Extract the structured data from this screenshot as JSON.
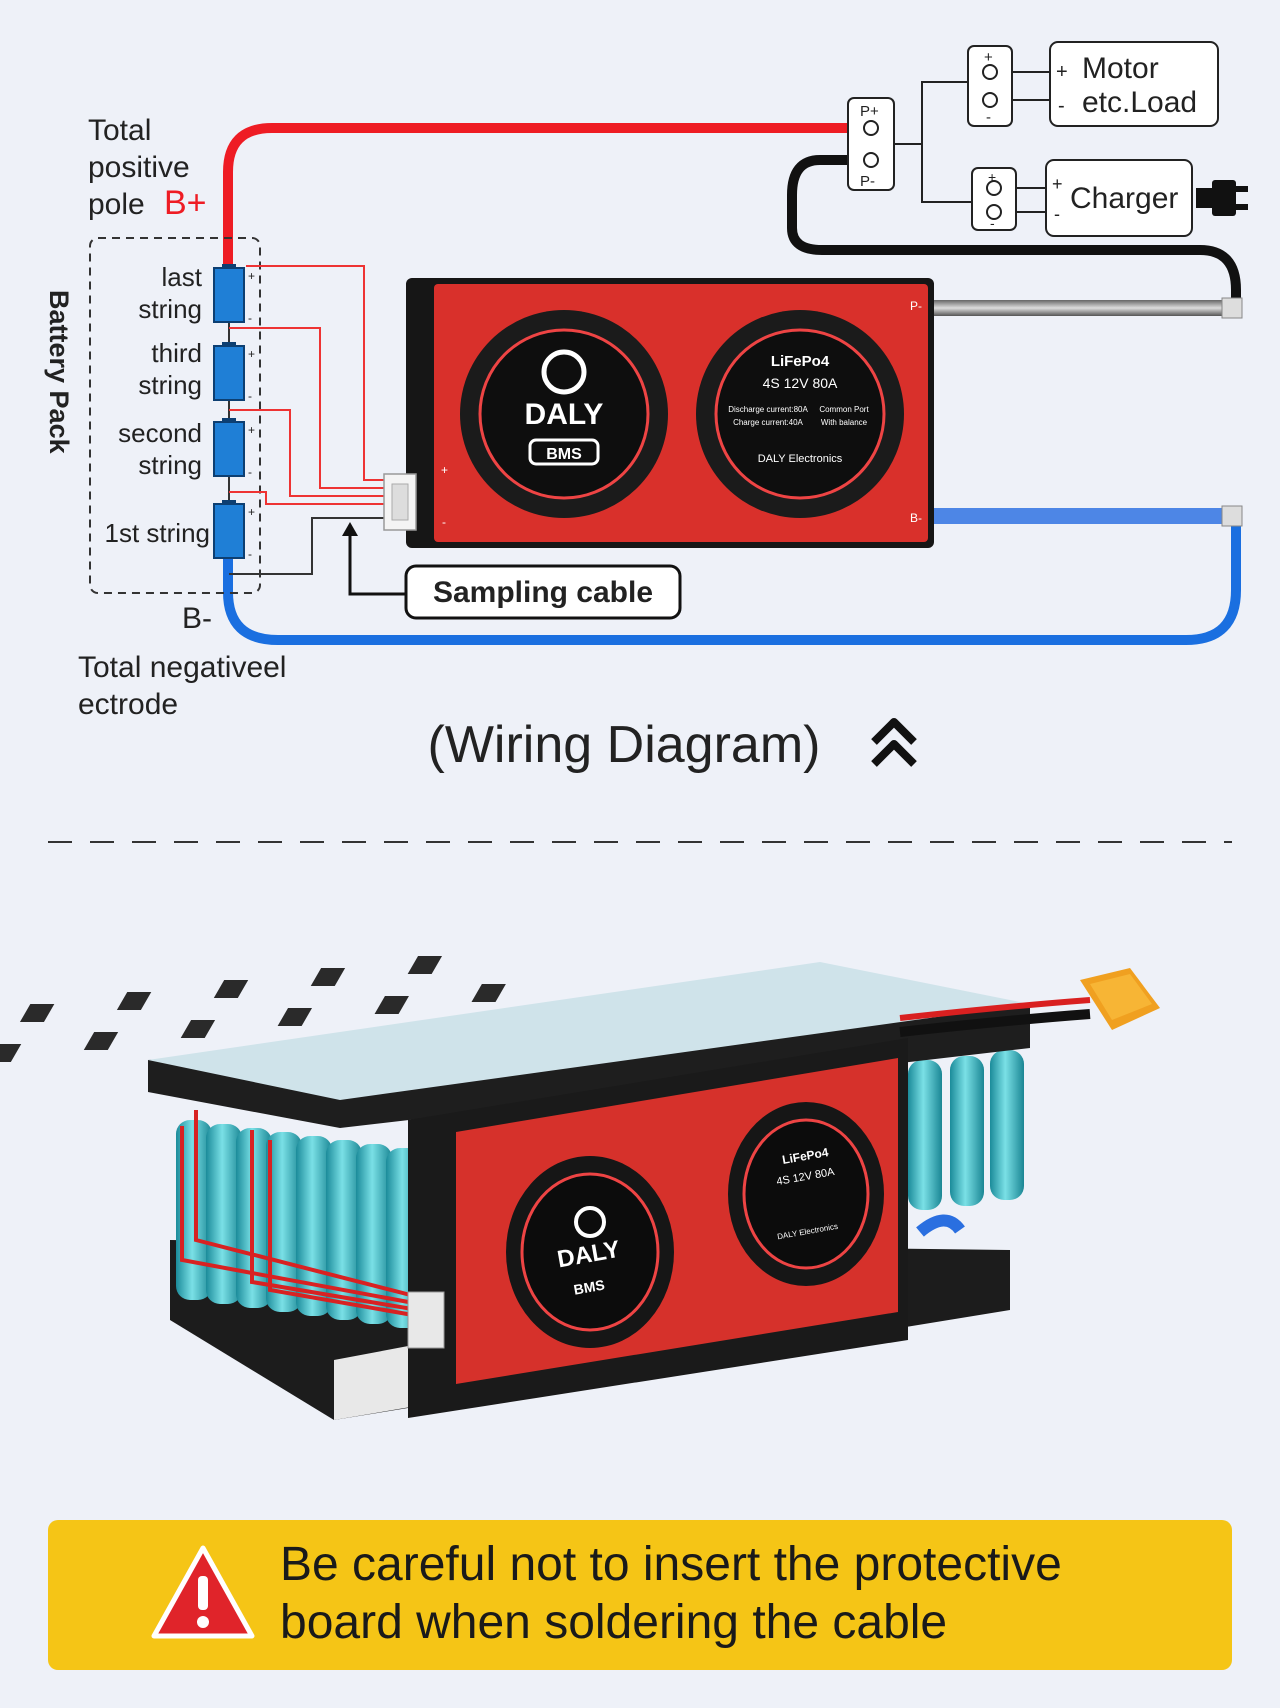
{
  "battery_pack": {
    "title": "Battery Pack",
    "positive_label": [
      "Total",
      "positive",
      "pole"
    ],
    "positive_symbol": "B+",
    "negative_symbol": "B-",
    "negative_label": [
      "Total negativeel",
      "ectrode"
    ],
    "strings": [
      [
        "last",
        "string"
      ],
      [
        "third",
        "string"
      ],
      [
        "second",
        "string"
      ],
      [
        "1st string"
      ]
    ],
    "cell_pos_mark": "+",
    "cell_neg_mark": "-"
  },
  "output": {
    "p_plus": "P+",
    "p_minus": "P-",
    "load_lines": [
      "Motor",
      "etc.Load"
    ],
    "charger": "Charger",
    "plus": "+",
    "minus": "-"
  },
  "bms": {
    "brand": "DALY",
    "sub_brand": "BMS",
    "chem": "LiFePo4",
    "spec": "4S  12V  80A",
    "discharge": "Discharge current:80A",
    "charge": "Charge current:40A",
    "port": "Common Port",
    "balance": "With balance",
    "maker": "DALY Electronics",
    "p_terminal": "P-",
    "b_terminal": "B-",
    "plus": "+",
    "minus": "-"
  },
  "sampling_cable": "Sampling cable",
  "diagram_caption": "(Wiring Diagram)",
  "warning_text": [
    "Be careful not to insert the protective",
    "board when soldering the cable"
  ],
  "colors": {
    "positive_wire": "#ee1c24",
    "negative_wire": "#1a6fe0",
    "bms_red": "#d9302b",
    "warning_bg": "#f5c516",
    "cell_blue": "#1f7fd6"
  }
}
